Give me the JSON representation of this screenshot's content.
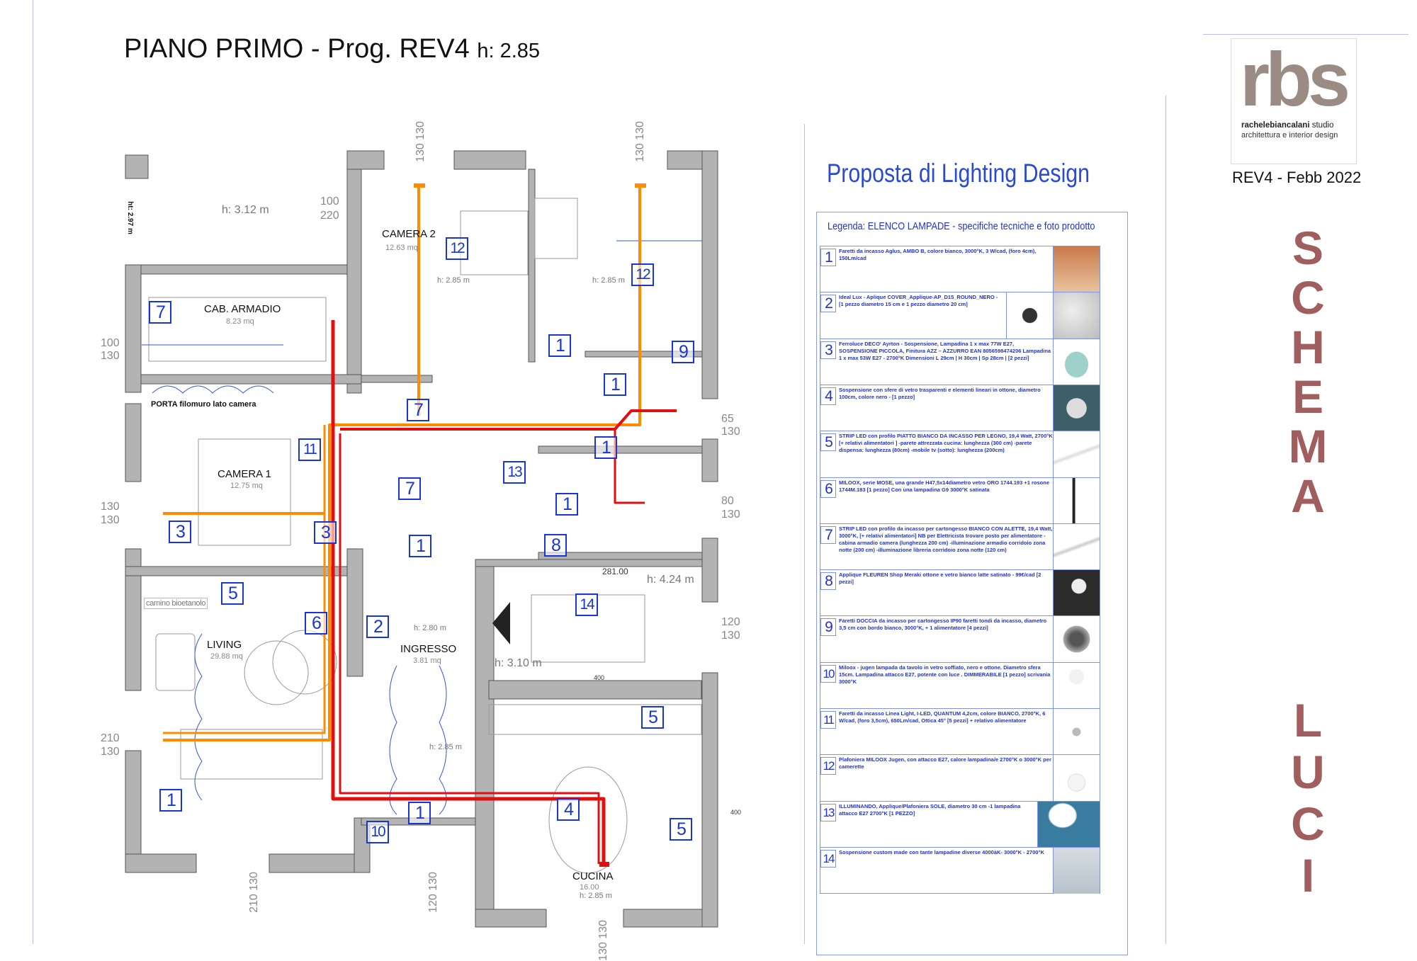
{
  "header": {
    "title": "PIANO PRIMO - Prog. REV4",
    "height": "h: 2.85"
  },
  "plan": {
    "rooms": [
      {
        "name": "CAMERA 2",
        "area": "12.63 mq"
      },
      {
        "name": "CAB. ARMADIO",
        "area": "8.23 mq"
      },
      {
        "name": "CAMERA 1",
        "area": "12.75 mq"
      },
      {
        "name": "LIVING",
        "area": "29.88 mq"
      },
      {
        "name": "INGRESSO",
        "area": "3.81 mq"
      },
      {
        "name": "CUCINA",
        "area": "16.00"
      }
    ],
    "heights": [
      "h: 3.12 m",
      "h: 2.85 m",
      "h: 2.85 m",
      "h: 4.24 m",
      "h: 3.10 m",
      "h: 2.80 m",
      "h: 2.85 m",
      "h: 2.85 m",
      "ht: 2.97 m"
    ],
    "notes": [
      "PORTA filomuro lato camera",
      "camino bioetanolo"
    ],
    "dimensions": [
      "100",
      "220",
      "100",
      "130",
      "130",
      "130",
      "210",
      "130",
      "65",
      "130",
      "80",
      "130",
      "120",
      "130",
      "130 130",
      "130 130",
      "210 130",
      "120 130",
      "130 130",
      "281.00",
      "400",
      "400"
    ],
    "tags": [
      "7",
      "12",
      "12",
      "1",
      "9",
      "1",
      "7",
      "11",
      "1",
      "13",
      "7",
      "1",
      "3",
      "3",
      "1",
      "8",
      "5",
      "2",
      "6",
      "14",
      "5",
      "1",
      "1",
      "4",
      "10",
      "5"
    ]
  },
  "legend": {
    "heading": "Proposta di Lighting Design",
    "title": "Legenda: ELENCO LAMPADE - specifiche tecniche e foto prodotto",
    "items": [
      {
        "n": "1",
        "text": "Faretti da incasso Aglus, AMBO B, colore bianco, 3000°K, 3 W/cad, (foro 4cm), 150Lm/cad"
      },
      {
        "n": "2",
        "text": "Ideal Lux - Aplique COVER_Applique-AP_D15_ROUND_NERO - [1 pezzo diametro 15 cm e 1 pezzo diametro 20 cm]"
      },
      {
        "n": "3",
        "text": "Ferroluce DECO' Ayrton - Sospensione, Lampadina 1 x max 77W E27, SOSPENSIONE PICCOLA, Finitura AZZ – AZZURRO EAN 8056598474206 Lampadina 1 x max 53W E27 - 2700°K Dimensioni L 29cm | H 30cm | Sp 28cm | [2 pezzi]"
      },
      {
        "n": "4",
        "text": "Sospensione con sfere di vetro trasparenti e elementi lineari in ottone, diametro 100cm, colore nero - [1 pezzo]"
      },
      {
        "n": "5",
        "text": "STRIP LED con profilo PIATTO BIANCO DA INCASSO PER LEGNO, 19,4 Watt, 2700°K [+ relativi alimentatori ] -parete attrezzata cucina: lunghezza (300 cm) -parete dispensa: lunghezza (80cm) -mobile tv (sotto): lunghezza (200cm)"
      },
      {
        "n": "6",
        "text": "MILOOX, serie MOSE, una grande H47,5x14diametro vetro ORO 1744.193 +1 rosone 1744M.183 [1 pezzo] Con una lampadina G9 3000°K satinata"
      },
      {
        "n": "7",
        "text": "STRIP LED con profilo da incasso per cartongesso BIANCO CON ALETTE, 19,4 Watt, 3000°K, [+ relativi alimentatori] NB per Elettricista trovare posto per alimentatore -cabina armadio camera (lunghezza 200 cm) -illuminazione armadio corridoio zona notte (200 cm) -illuminazione libreria corridoio zona notte (120 cm)"
      },
      {
        "n": "8",
        "text": "Applique FLEUREN Shop Meraki ottone e vetro bianco latte satinato - 99€/cad [2 pezzi]"
      },
      {
        "n": "9",
        "text": "Faretti DOCCIA da incasso per cartongesso IP90 faretti tondi da incasso, diametro 3,5 cm con bordo bianco, 3000°K, + 1 alimentatore [4 pezzi]"
      },
      {
        "n": "10",
        "text": "Miloox - jugen lampada da tavolo in vetro soffiato, nero e ottone. Diametro sfera 15cm. Lampadina attacco E27, potente con luce . DIMMERABILE [1 pezzo] scrivania 3000°K"
      },
      {
        "n": "11",
        "text": "Faretti da incasso Linea Light, I-LED, QUANTUM 4,2cm, colore BIANCO, 2700°K, 6 W/cad, (foro 3,5cm), 650Lm/cad, Ottica 45° [5 pezzi] + relativo alimentatore"
      },
      {
        "n": "12",
        "text": "Plafoniera MILOOX Jugen, con attacco E27, calore lampadina/e 2700°K o 3000°K per camerette"
      },
      {
        "n": "13",
        "text": "ILLUMINANDO, Applique/Plafoniera SOLE, diametro 30 cm -1 lampadina attacco E27 2700°K [1 PEZZO]"
      },
      {
        "n": "14",
        "text": "Sospensione custom made con tante lampadine diverse 4000àK- 3000°K - 2700°K"
      }
    ]
  },
  "logo": {
    "mark": "rbs",
    "name_bold": "rachelebiancalani",
    "name_light": " studio",
    "subtitle": "architettura e interior design"
  },
  "revision": "REV4 - Febb 2022",
  "side_title": {
    "word1": [
      "S",
      "C",
      "H",
      "E",
      "M",
      "A"
    ],
    "word2": [
      "L",
      "U",
      "C",
      "I"
    ]
  },
  "colors": {
    "wall": "#b3b3b3",
    "tag": "#1836d8",
    "orange": "#ff8c00",
    "red": "#e01010",
    "side_title": "#a05e5e"
  }
}
